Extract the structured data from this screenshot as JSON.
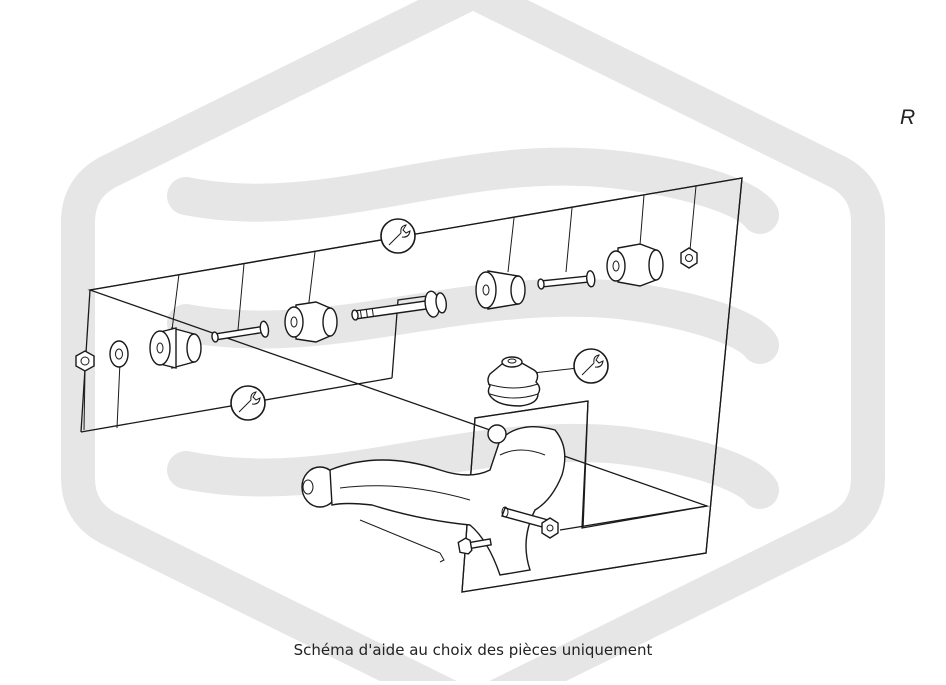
{
  "diagram": {
    "corner_label": "R",
    "caption": "Schéma d'aide au choix des pièces uniquement",
    "watermark_icon": "logo-watermark",
    "colors": {
      "line": "#1a1a1a",
      "watermark": "#e6e6e6",
      "background": "#ffffff"
    },
    "parts": [
      {
        "icon": "nut-icon"
      },
      {
        "icon": "washer-icon"
      },
      {
        "icon": "bushing-icon"
      },
      {
        "icon": "bolt-icon"
      },
      {
        "icon": "bushing-icon"
      },
      {
        "icon": "long-bolt-icon"
      },
      {
        "icon": "bushing-icon"
      },
      {
        "icon": "bolt-icon"
      },
      {
        "icon": "bushing-icon"
      },
      {
        "icon": "nut-icon"
      },
      {
        "icon": "ball-joint-boot-icon"
      },
      {
        "icon": "control-arm-icon"
      }
    ],
    "tool_markers": [
      "wrench-icon",
      "wrench-icon",
      "wrench-icon"
    ]
  }
}
